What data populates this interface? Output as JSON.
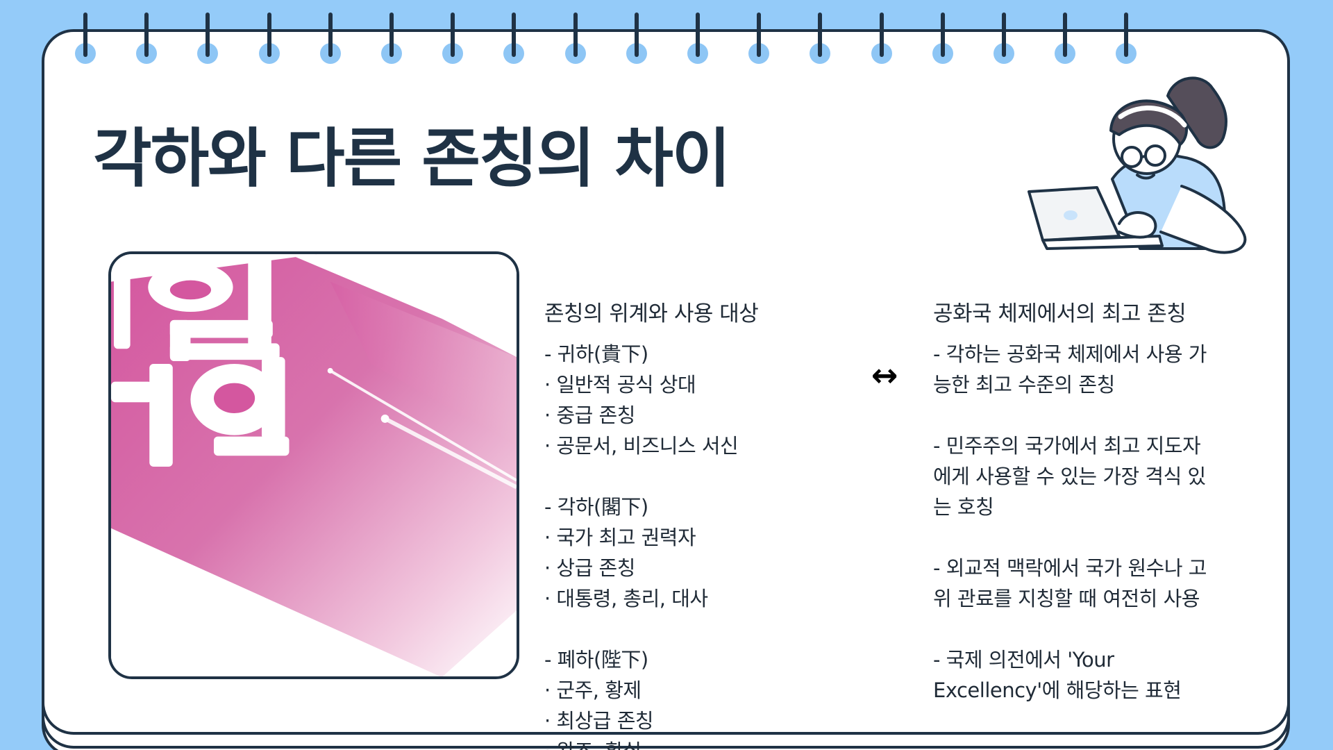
{
  "title": "각하와 다른 존칭의 차이",
  "left_column": {
    "heading": "존칭의 위계와 사용 대상",
    "lines": [
      "- 귀하(貴下)",
      "· 일반적 공식 상대",
      "· 중급 존칭",
      "· 공문서, 비즈니스 서신",
      "",
      "- 각하(閣下)",
      "· 국가 최고 권력자",
      "· 상급 존칭",
      "· 대통령, 총리, 대사",
      "",
      "- 폐하(陛下)",
      "· 군주, 황제",
      "· 최상급 존칭",
      "· 왕조, 황실"
    ]
  },
  "connector": "↔",
  "right_column": {
    "heading": "공화국 체제에서의 최고 존칭",
    "paragraphs": [
      [
        "- 각하는 공화국 체제에서 사용 가",
        "능한 최고 수준의 존칭"
      ],
      [
        "- 민주주의 국가에서 최고 지도자",
        "에게 사용할 수 있는 가장 격식 있",
        "는 호칭"
      ],
      [
        "- 외교적 맥락에서 국가 원수나 고",
        "위 관료를 지칭할 때 여전히 사용"
      ],
      [
        "- 국제 의전에서 'Your",
        "Excellency'에 해당하는 표현"
      ]
    ]
  },
  "image": {
    "visible_text": [
      "일",
      "게인"
    ]
  },
  "colors": {
    "background": "#94cbf9",
    "card": "#ffffff",
    "outline": "#1f3245",
    "accent_pink": "#d4579f"
  },
  "icons": {
    "binder": "binder-ring-icon",
    "illustration": "woman-with-laptop-illustration"
  }
}
